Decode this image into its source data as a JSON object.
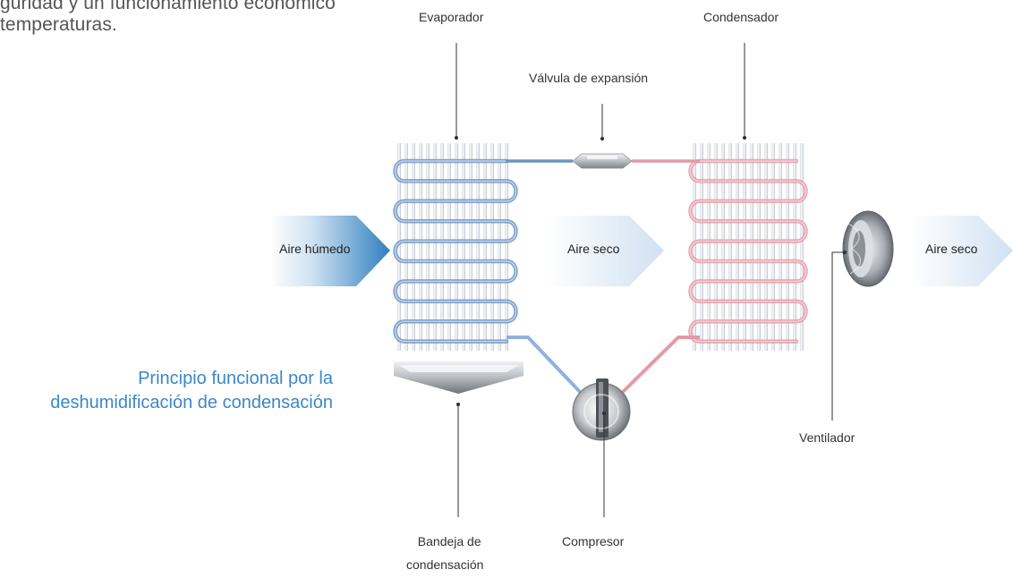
{
  "intro": {
    "line1": "guridad y un funcionamiento económico",
    "line2": "temperaturas."
  },
  "caption": {
    "line1": "Principio funcional por la",
    "line2": "deshumidificación de condensación"
  },
  "labels": {
    "evaporador": "Evaporador",
    "condensador": "Condensador",
    "valvula": "Válvula de expansión",
    "ventilador": "Ventilador",
    "bandeja_line1": "Bandeja de",
    "bandeja_line2": "condensación",
    "compresor": "Compresor"
  },
  "arrows": {
    "humid": "Aire húmedo",
    "dry1": "Aire seco",
    "dry2": "Aire seco"
  },
  "colors": {
    "cold": "#6f93c4",
    "hot": "#e39aa6",
    "caption": "#3b87c7",
    "arrow_dark": "#3c86c4"
  }
}
